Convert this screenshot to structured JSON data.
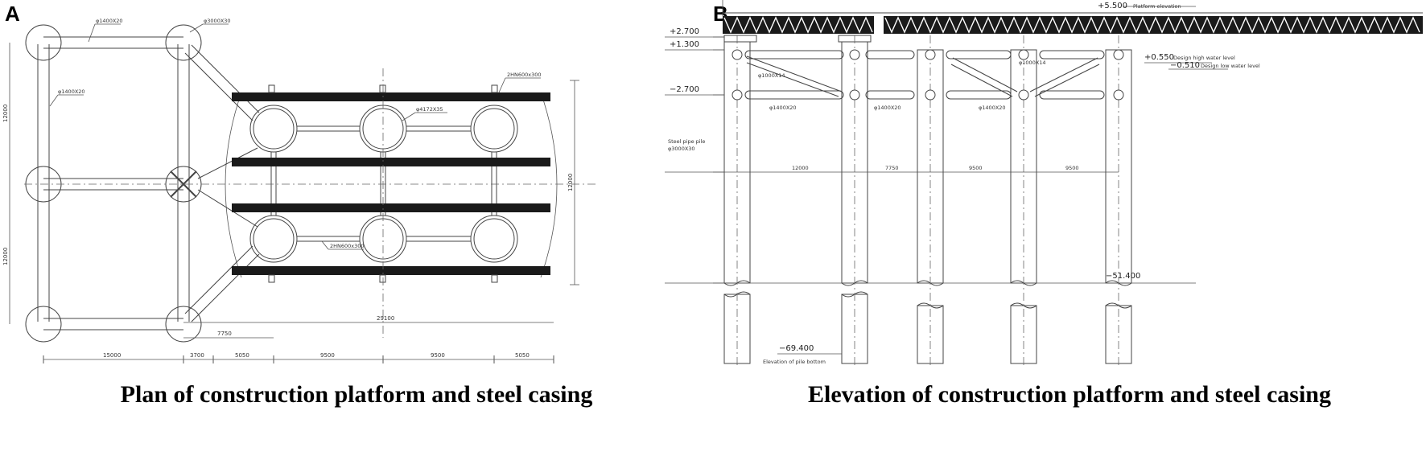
{
  "panel_a": {
    "letter": "A",
    "caption": "Plan of construction platform and steel casing",
    "labels": {
      "top_beam": "φ1400X20",
      "corner_pile": "φ3000X30",
      "left_beam": "φ1400X20",
      "beam_top_right": "2HN600x300",
      "casing_dim": "φ4172X35",
      "beam_mid": "2HN600x300"
    },
    "dims_vertical_left": [
      "12000",
      "12000"
    ],
    "dim_right": "12000",
    "dim_29100": "29100",
    "dim_7750": "7750",
    "dims_bottom": [
      "15000",
      "3700",
      "5050",
      "9500",
      "9500",
      "5050"
    ]
  },
  "panel_b": {
    "letter": "B",
    "caption": "Elevation of construction platform and steel casing",
    "levels": {
      "platform": "+5.500",
      "platform_note": "Platform elevation",
      "l1": "+2.700",
      "l2": "+1.300",
      "l3": "−2.700",
      "high": "+0.550",
      "high_note": "Design high water level",
      "low": "−0.510",
      "low_note": "Design low water level",
      "bed": "−51.400",
      "bottom": "−69.400",
      "bottom_note": "Elevation of pile bottom"
    },
    "labels": {
      "brace1": "φ1000X14",
      "brace2": "φ1000X14",
      "beam1": "φ1400X20",
      "beam2": "φ1400X20",
      "beam3": "φ1400X20",
      "pile_note": "Steel pipe pile",
      "pile_dim": "φ3000X30"
    },
    "spans": [
      "12000",
      "7750",
      "9500",
      "9500"
    ]
  }
}
